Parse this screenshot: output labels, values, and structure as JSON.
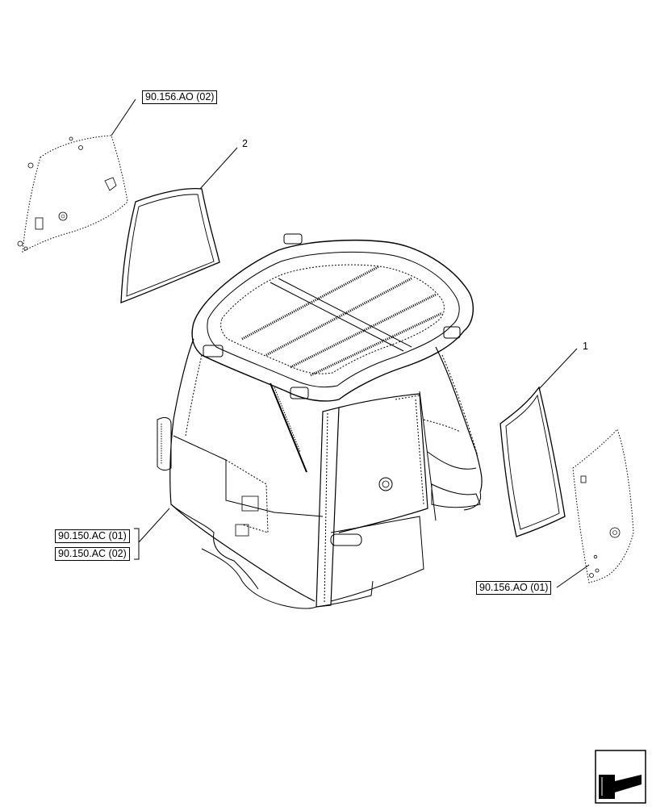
{
  "refs": {
    "rear_left_glass": "90.156.AO (02)",
    "cab_frame_1": "90.150.AC (01)",
    "cab_frame_2": "90.150.AC (02)",
    "rear_right_glass": "90.156.AO (01)"
  },
  "callouts": {
    "item_1": "1",
    "item_2": "2"
  },
  "colors": {
    "line": "#000000",
    "background": "#ffffff"
  },
  "icons": {
    "corner": "arrow-navigation-icon"
  }
}
